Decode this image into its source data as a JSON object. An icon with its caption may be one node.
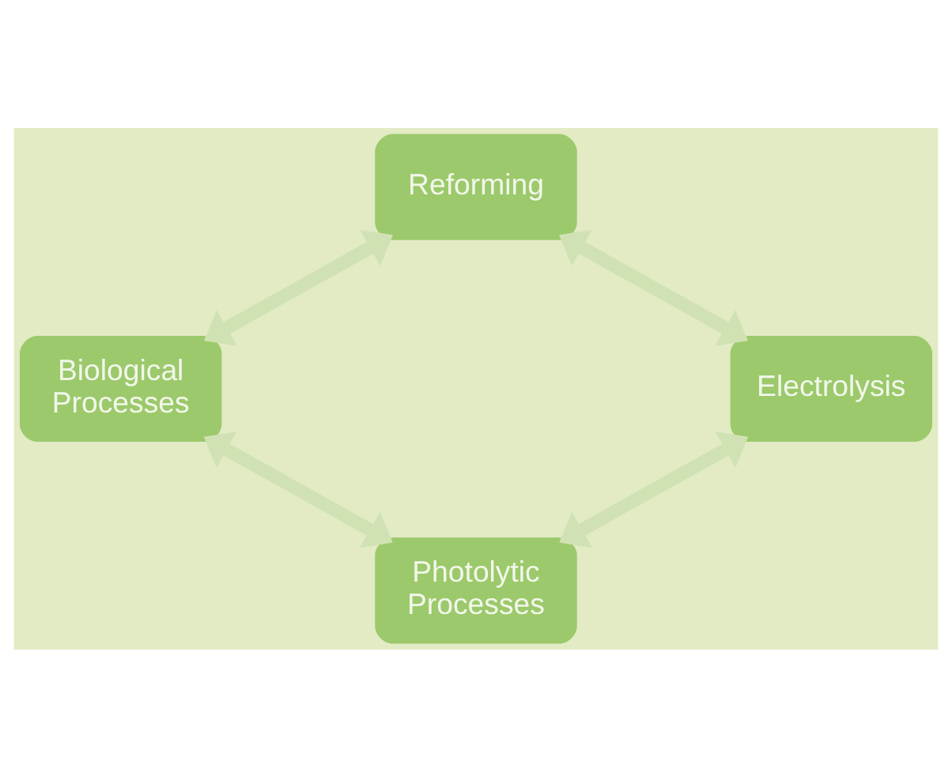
{
  "diagram": {
    "nodes": [
      {
        "text": [
          "Reforming"
        ]
      },
      {
        "text": [
          "Biological Processes"
        ]
      },
      {
        "text": [
          "Electrolysis"
        ]
      },
      {
        "text": [
          "Photolytic Processes"
        ]
      }
    ],
    "edges": [
      {
        "from": 0,
        "to": 2,
        "arrow": "both"
      },
      {
        "from": 2,
        "to": 3,
        "arrow": "both"
      },
      {
        "from": 3,
        "to": 1,
        "arrow": "both"
      },
      {
        "from": 1,
        "to": 0,
        "arrow": "both"
      }
    ]
  }
}
